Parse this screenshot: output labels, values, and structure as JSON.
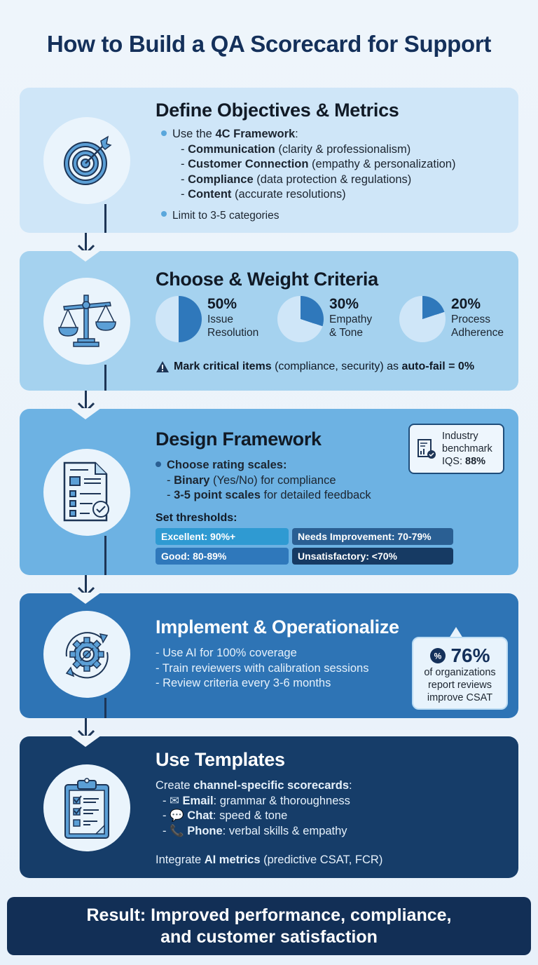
{
  "title": "How to Build a QA Scorecard for Support",
  "steps": [
    {
      "heading": "Define Objectives & Metrics",
      "icon": "target-icon",
      "intro_pre": "Use the ",
      "intro_bold": "4C Framework",
      "intro_post": ":",
      "items": [
        {
          "bold": "Communication",
          "text": " (clarity & professionalism)"
        },
        {
          "bold": "Customer Connection",
          "text": " (empathy & personalization)"
        },
        {
          "bold": "Compliance",
          "text": " (data protection & regulations)"
        },
        {
          "bold": "Content",
          "text": " (accurate resolutions)"
        }
      ],
      "limit": "Limit to 3-5 categories"
    },
    {
      "heading": "Choose & Weight Criteria",
      "icon": "balance-scale-icon",
      "weights": [
        {
          "pct": "50%",
          "label1": "Issue",
          "label2": "Resolution"
        },
        {
          "pct": "30%",
          "label1": "Empathy",
          "label2": "& Tone"
        },
        {
          "pct": "20%",
          "label1": "Process",
          "label2": "Adherence"
        }
      ],
      "warning_bold": "Mark critical items",
      "warning_text": " (compliance, security) as ",
      "warning_bold2": "auto-fail = 0%"
    },
    {
      "heading": "Design Framework",
      "icon": "document-checklist-icon",
      "scales_label": "Choose rating scales:",
      "scales": [
        {
          "bold": "Binary",
          "text": " (Yes/No) for compliance"
        },
        {
          "bold": "3-5 point scales",
          "text": " for detailed feedback"
        }
      ],
      "thresholds_label": "Set thresholds:",
      "thresholds": [
        {
          "label": "Excellent: 90%+",
          "color": "#2f9ad2"
        },
        {
          "label": "Needs Improvement: 70-79%",
          "color": "#2a5f93"
        },
        {
          "label": "Good: 80-89%",
          "color": "#2f78bb"
        },
        {
          "label": "Unsatisfactory: <70%",
          "color": "#163a63"
        }
      ],
      "benchmark": {
        "line1": "Industry",
        "line2": "benchmark",
        "line3_pre": "IQS: ",
        "line3_bold": "88%"
      }
    },
    {
      "heading": "Implement & Operationalize",
      "icon": "gear-cycle-icon",
      "items": [
        "- Use AI for 100% coverage",
        "- Train reviewers with calibration sessions",
        "- Review criteria every 3-6 months"
      ],
      "stat": {
        "value": "76%",
        "line1": "of organizations",
        "line2": "report reviews",
        "line3": "improve CSAT"
      }
    },
    {
      "heading": "Use Templates",
      "icon": "clipboard-checklist-icon",
      "intro_pre": "Create ",
      "intro_bold": "channel-specific scorecards",
      "intro_post": ":",
      "channels": [
        {
          "icon": "✉",
          "bold": "Email",
          "text": ": grammar & thoroughness"
        },
        {
          "icon": "💬",
          "bold": "Chat",
          "text": ": speed & tone"
        },
        {
          "icon": "📞",
          "bold": "Phone",
          "text": ": verbal skills & empathy"
        }
      ],
      "ai_pre": "Integrate ",
      "ai_bold": "AI metrics",
      "ai_post": " (predictive CSAT, FCR)"
    }
  ],
  "result": {
    "line1": "Result: Improved performance, compliance,",
    "line2": "and customer satisfaction"
  },
  "colors": {
    "navy": "#14305a",
    "accent": "#2e74b5",
    "light": "#cfe6f8"
  }
}
